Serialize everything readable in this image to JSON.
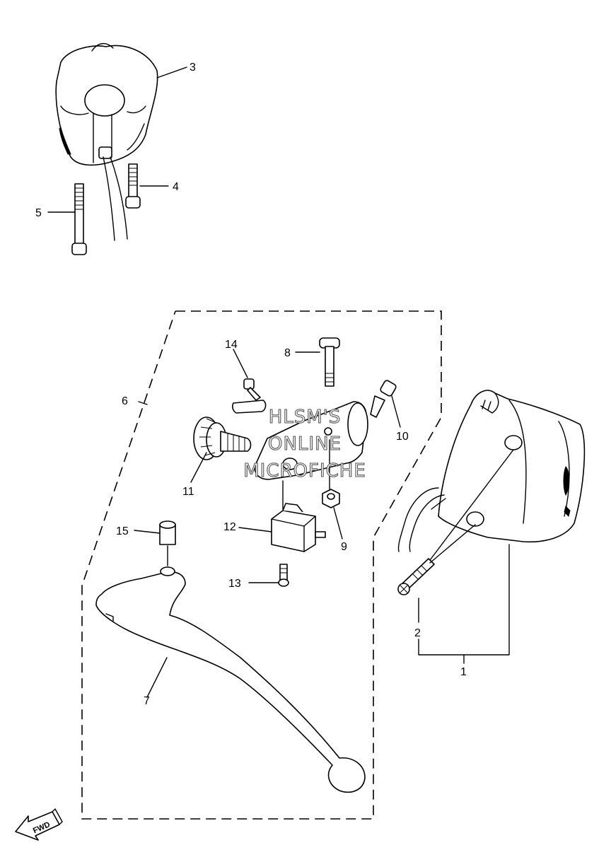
{
  "callouts": {
    "c1": "1",
    "c2": "2",
    "c3": "3",
    "c4": "4",
    "c5": "5",
    "c6": "6",
    "c7": "7",
    "c8": "8",
    "c9": "9",
    "c10": "10",
    "c11": "11",
    "c12": "12",
    "c13": "13",
    "c14": "14",
    "c15": "15"
  },
  "watermark": {
    "line1": "HLSM'S",
    "line2": "ONLINE",
    "line3": "MICROFICHE"
  },
  "direction_badge": "FWD"
}
